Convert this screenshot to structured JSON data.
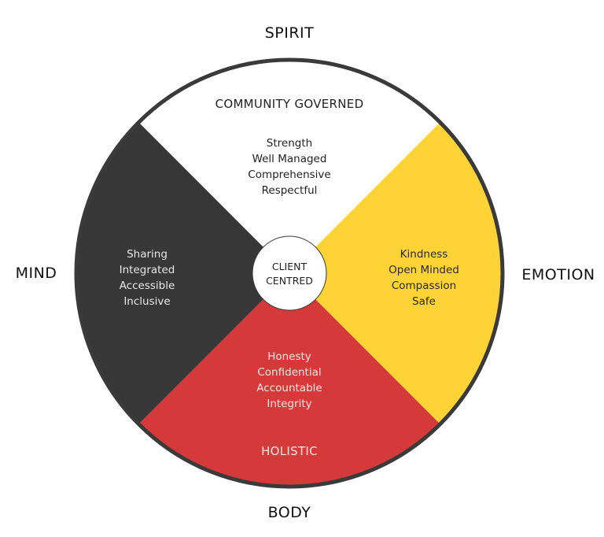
{
  "directions": {
    "top": "SPIRIT",
    "right": "EMOTION",
    "bottom": "BODY",
    "left": "MIND"
  },
  "center": {
    "line1": "CLIENT",
    "line2": "CENTRED"
  },
  "quadrants": {
    "top": {
      "heading": "COMMUNITY GOVERNED",
      "values": [
        "Strength",
        "Well Managed",
        "Comprehensive",
        "Respectful"
      ],
      "fill": "#ffffff",
      "text_color": "#222222"
    },
    "right": {
      "values": [
        "Kindness",
        "Open Minded",
        "Compassion",
        "Safe"
      ],
      "fill": "#fdd335",
      "text_color": "#2a2a2a"
    },
    "bottom": {
      "heading": "HOLISTIC",
      "values": [
        "Honesty",
        "Confidential",
        "Accountable",
        "Integrity"
      ],
      "fill": "#d63939",
      "text_color": "#fce3e3"
    },
    "left": {
      "values": [
        "Sharing",
        "Integrated",
        "Accessible",
        "Inclusive"
      ],
      "fill": "#373737",
      "text_color": "#e8e8e8"
    }
  },
  "colors": {
    "outline": "#3a3a3a",
    "center_fill": "#ffffff"
  }
}
